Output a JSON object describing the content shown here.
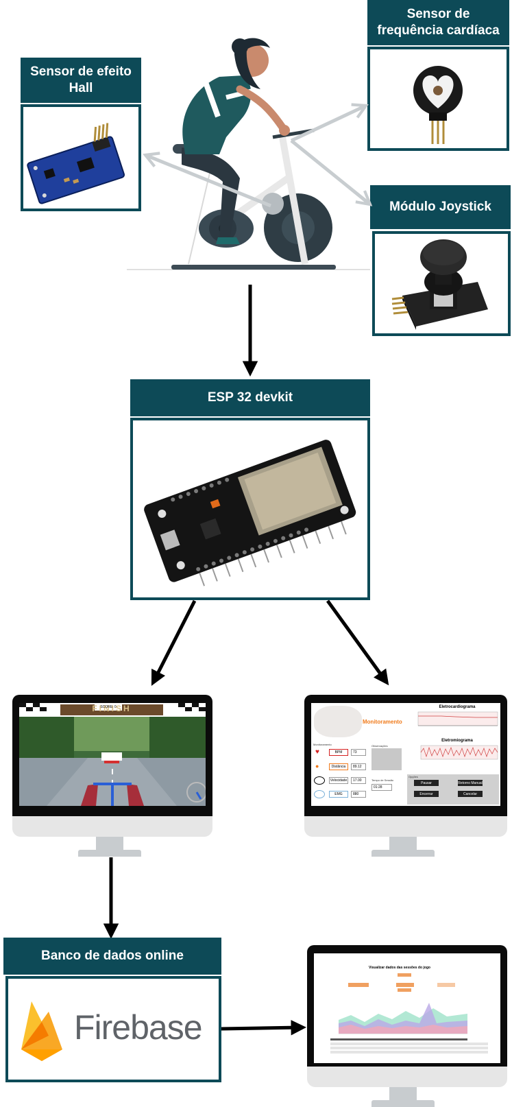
{
  "sensors": {
    "hall": {
      "label": "Sensor de efeito Hall"
    },
    "heart": {
      "label": "Sensor de frequência cardíaca"
    },
    "joystick": {
      "label": "Módulo Joystick"
    }
  },
  "controller": {
    "label": "ESP 32 devkit"
  },
  "database": {
    "label": "Banco de dados online",
    "logo_text": "Firebase"
  },
  "game_screen": {
    "score_text": "SCORE: 0",
    "banner_text": "FINISH"
  },
  "monitor_app": {
    "title": "Monitoramento",
    "chart1_title": "Eletrocardiograma",
    "chart2_title": "Eletromiograma",
    "section_label": "Monitoramento",
    "obs_label": "Observações",
    "time_label": "Tempo de Sessão",
    "options_label": "Opções",
    "metrics": [
      {
        "label": "BPM",
        "value": "73"
      },
      {
        "label": "Distância",
        "value": "89.12"
      },
      {
        "label": "Velocidade",
        "value": "17.00"
      },
      {
        "label": "EMG",
        "value": "880"
      }
    ],
    "session_time": "01:28",
    "buttons": [
      "Pausar",
      "Retorno Manual",
      "Encerrar",
      "Cancelar"
    ]
  },
  "dashboard": {
    "title": "Visualizar dados das sessões do jogo"
  },
  "colors": {
    "header_bg": "#0d4a57",
    "arrow": "#000000",
    "firebase_text": "#5f6368",
    "accent_orange": "#f07a1a"
  }
}
